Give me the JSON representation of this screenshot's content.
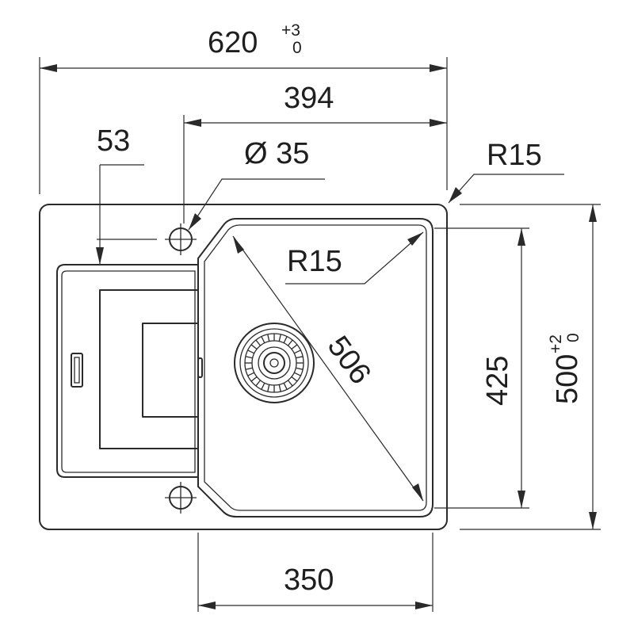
{
  "dimensions": {
    "overall_width": {
      "value": "620",
      "tol_upper": "+3",
      "tol_lower": "0"
    },
    "bowl_width": "394",
    "tap_hole_offset": "53",
    "tap_hole_diameter": "Ø 35",
    "corner_radius_outer": "R15",
    "corner_radius_bowl": "R15",
    "bowl_diagonal": "506",
    "bowl_depth": "425",
    "overall_depth": {
      "value": "500",
      "tol_upper": "+2",
      "tol_lower": "0"
    },
    "bowl_inner_width": "350"
  },
  "colors": {
    "line": "#2a2a2a",
    "background": "#ffffff"
  }
}
